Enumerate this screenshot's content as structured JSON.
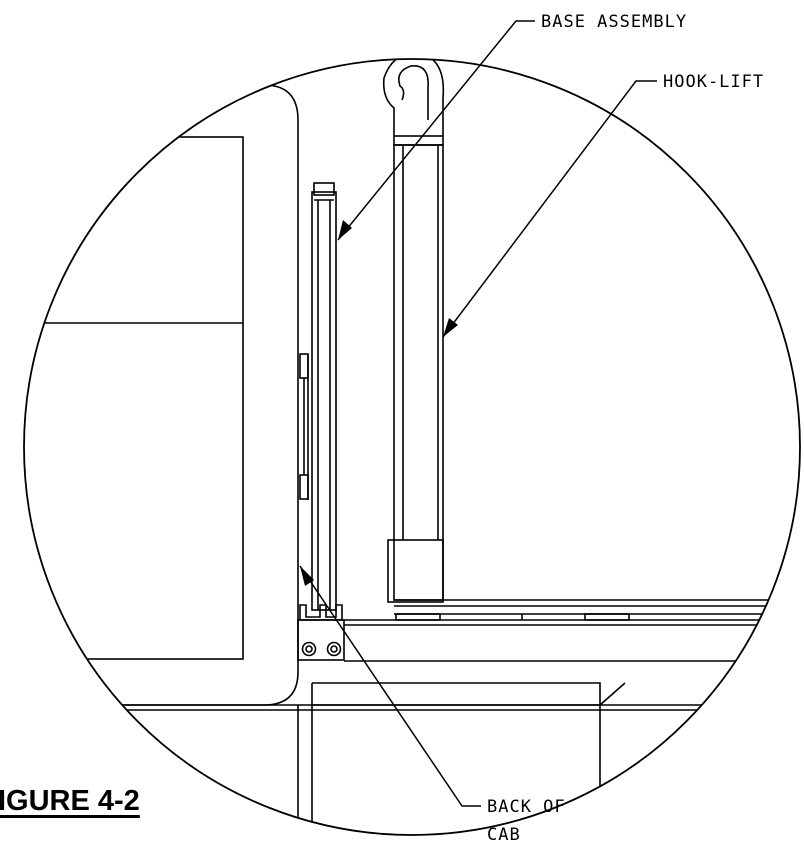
{
  "figure": {
    "caption": "IGURE 4-2"
  },
  "callouts": {
    "base_assembly": "BASE ASSEMBLY",
    "hook_lift": "HOOK-LIFT",
    "back_of_cab_line1": "BACK OF",
    "back_of_cab_line2": "CAB"
  },
  "colors": {
    "ink": "#000000",
    "paper": "#ffffff"
  }
}
